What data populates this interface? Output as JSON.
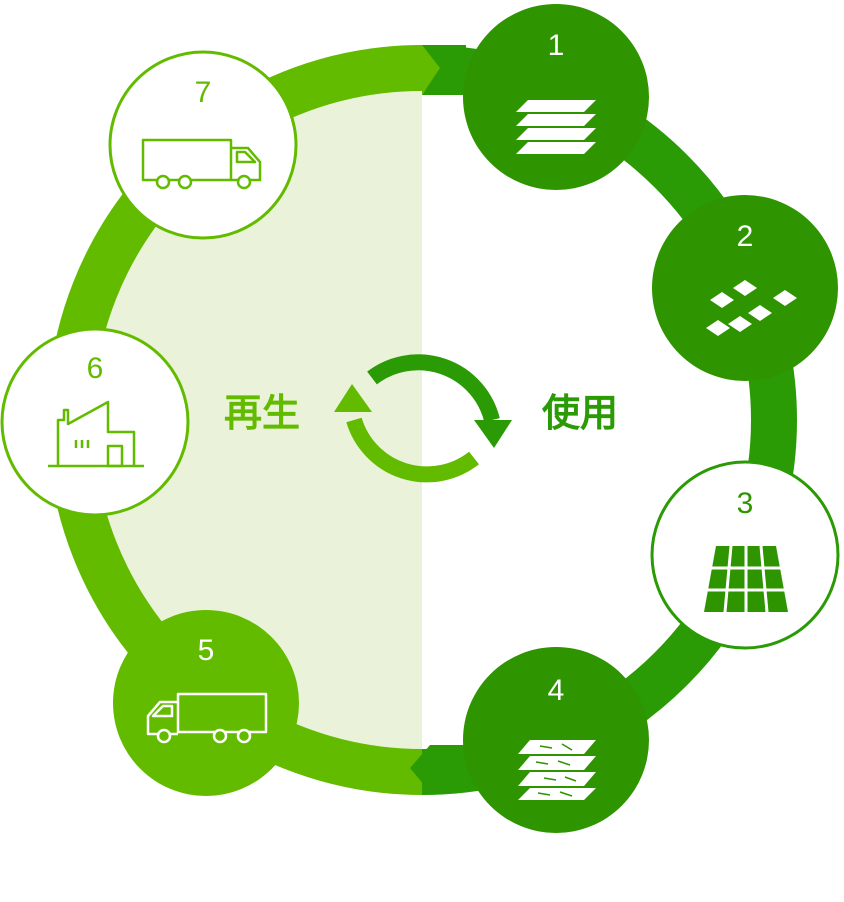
{
  "colors": {
    "dark_green": "#2e9400",
    "ring_dark": "#2a9a05",
    "light_green": "#63bb00",
    "pale_fill": "#eaf3d9",
    "white": "#ffffff"
  },
  "center": {
    "left_label": "再生",
    "right_label": "使用"
  },
  "steps": [
    {
      "number": "1",
      "icon": "stacked-sheets-icon",
      "style": "dark-filled"
    },
    {
      "number": "2",
      "icon": "scattered-tiles-icon",
      "style": "dark-filled"
    },
    {
      "number": "3",
      "icon": "tile-floor-icon",
      "style": "white-outlined"
    },
    {
      "number": "4",
      "icon": "used-sheets-icon",
      "style": "dark-filled"
    },
    {
      "number": "5",
      "icon": "delivery-truck-icon",
      "style": "light-filled"
    },
    {
      "number": "6",
      "icon": "factory-icon",
      "style": "white-outlined"
    },
    {
      "number": "7",
      "icon": "delivery-truck-icon",
      "style": "white-outlined"
    }
  ]
}
